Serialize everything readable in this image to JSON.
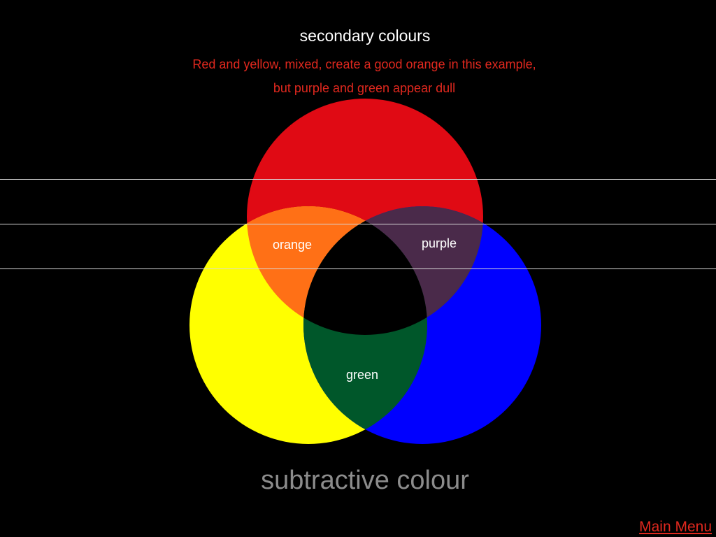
{
  "title": "secondary colours",
  "subtitle_line1": "Red and yellow, mixed, create a good orange in this example,",
  "subtitle_line2": "but purple and green appear dull",
  "labels": {
    "orange": "orange",
    "purple": "purple",
    "green": "green"
  },
  "footer_label": "subtractive colour",
  "main_menu": "Main Menu",
  "colors": {
    "background": "#000000",
    "red": "#e00a14",
    "yellow": "#ffff00",
    "blue": "#0000ff",
    "orange": "#ff7016",
    "purple": "#4a2a4a",
    "green": "#00572a",
    "center": "#000000",
    "accent_text": "#e0281e"
  }
}
